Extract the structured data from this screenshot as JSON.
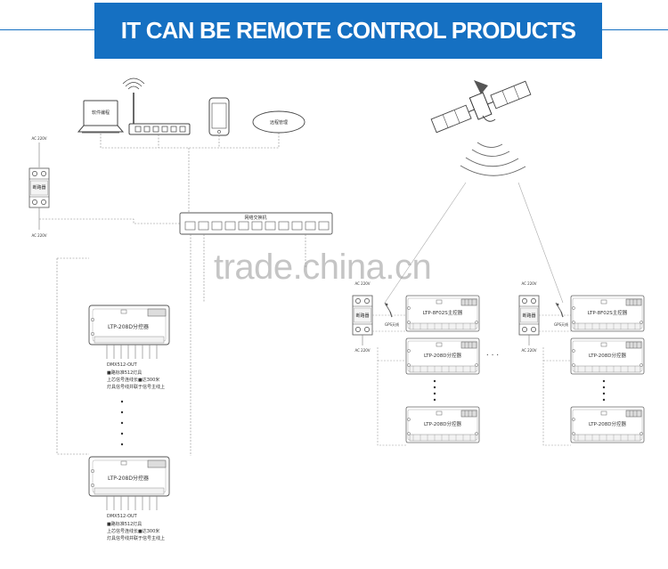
{
  "banner": {
    "title": "IT CAN BE REMOTE CONTROL PRODUCTS",
    "color": "#1570c2"
  },
  "watermark": "trade.china.cn",
  "top_devices": {
    "laptop_label": "软件编程",
    "cloud_label": "远程管理"
  },
  "switch": {
    "label": "网络交换机"
  },
  "power_left": {
    "top_label": "AC 220V",
    "module_label": "断路器",
    "bottom_label": "AC 220V"
  },
  "left_column": {
    "unit1": {
      "model": "LTP-208D分控器"
    },
    "output1": {
      "title": "DMX512-OUT",
      "line1": "■路标准512灯具",
      "line2": "上芯信号连线长■达300米",
      "line3": "灯具信号线并联于信号主线上"
    },
    "unit2": {
      "model": "LTP-208D分控器"
    },
    "output2": {
      "title": "DMX512-OUT",
      "line1": "■路标准512灯具",
      "line2": "上芯信号连线长■达300米",
      "line3": "灯具信号线并联于信号主线上"
    }
  },
  "group_a": {
    "power_top": "AC 220V",
    "module_label": "断路器",
    "power_bottom": "AC 220V",
    "antenna": "GPS天线",
    "master": "LTP-8F02S主控器",
    "unit1": "LTP-208D分控器",
    "unit2": "LTP-208D分控器"
  },
  "group_b": {
    "power_top": "AC 220V",
    "module_label": "断路器",
    "power_bottom": "AC 220V",
    "antenna": "GPS天线",
    "master": "LTP-8F02S主控器",
    "unit1": "LTP-208D分控器",
    "unit2": "LTP-208D分控器"
  },
  "ellipsis": ". . ."
}
